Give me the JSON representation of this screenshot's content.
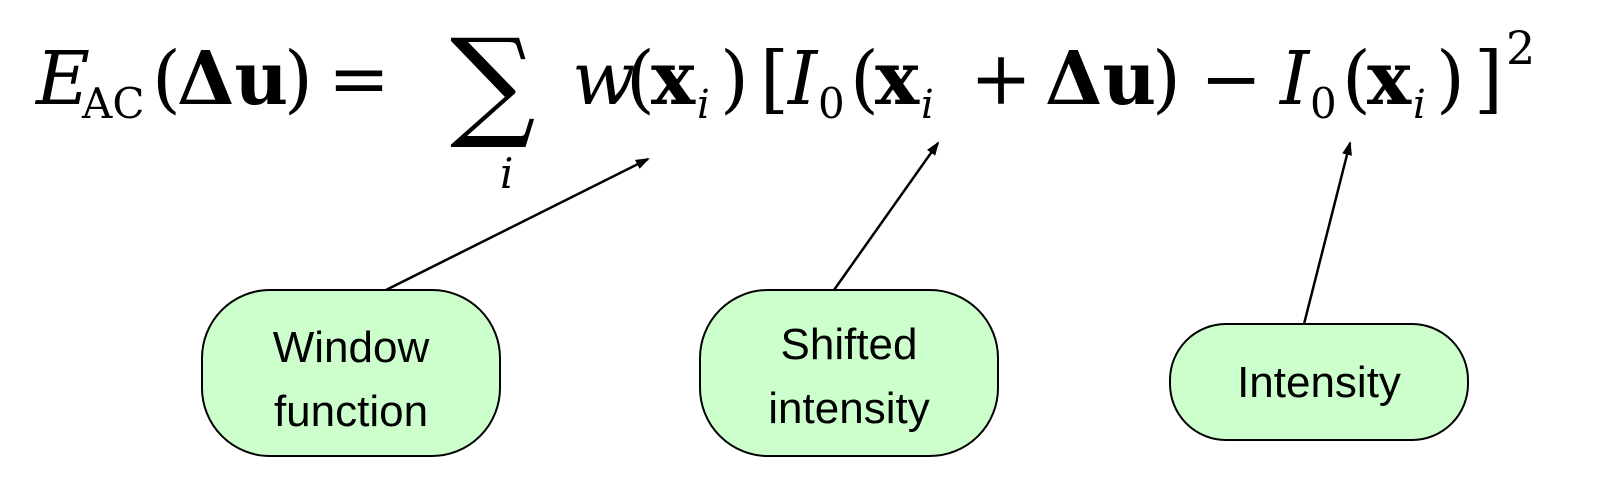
{
  "equation": {
    "E": "E",
    "E_sub": "AC",
    "open1": "(",
    "delta_u": "Δu",
    "close1": ")",
    "equals": "=",
    "sum": "∑",
    "sum_index": "i",
    "w": "w",
    "open2": "(",
    "x_i_1": "x",
    "i_1": "i",
    "close2": ")",
    "bracket_open": "[",
    "I0_1": "I",
    "zero_1": "0",
    "open3": "(",
    "x_i_2": "x",
    "i_2": "i",
    "plus": "+",
    "delta_u_2": "Δu",
    "close3": ")",
    "minus": "−",
    "I0_2": "I",
    "zero_2": "0",
    "open4": "(",
    "x_i_3": "x",
    "i_3": "i",
    "close4": ")",
    "bracket_close": "]",
    "power": "2"
  },
  "labels": [
    {
      "line1": "Window",
      "line2": "function"
    },
    {
      "line1": "Shifted",
      "line2": "intensity"
    },
    {
      "line1": "Intensity",
      "line2": ""
    }
  ],
  "colors": {
    "label_fill": "#ccffcc",
    "label_stroke": "#000000",
    "text": "#000000"
  }
}
